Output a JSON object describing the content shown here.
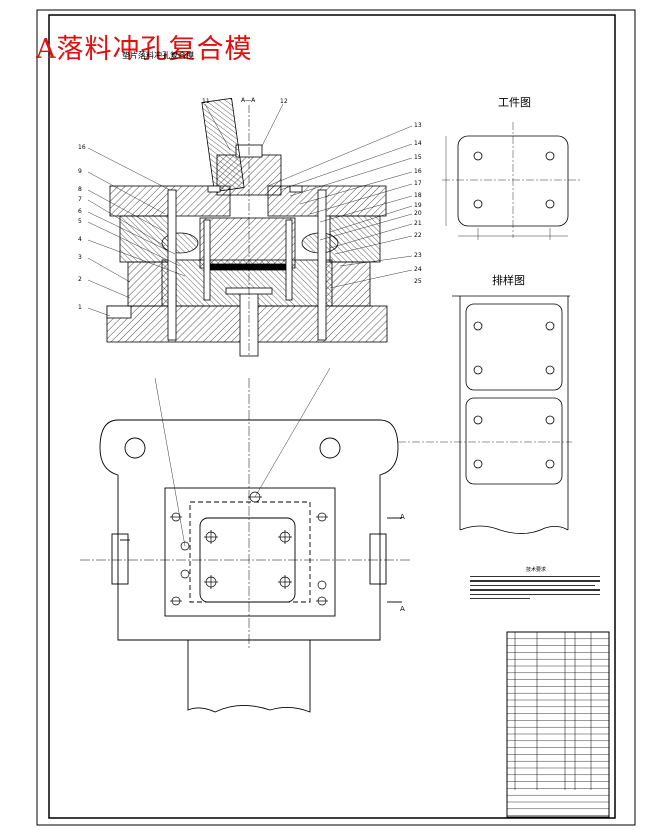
{
  "overlay_title": "A落料冲孔复合模",
  "drawing_title": "垫片落料冲孔复合模",
  "section_label": "A—A",
  "views": {
    "workpiece": "工件图",
    "strip_layout": "排样图"
  },
  "part_numbers_left": [
    "16",
    "9",
    "8",
    "7",
    "6",
    "5",
    "4",
    "3",
    "2",
    "1"
  ],
  "part_numbers_right": [
    "13",
    "14",
    "15",
    "16",
    "17",
    "18",
    "19",
    "20",
    "21",
    "22",
    "23",
    "24",
    "25"
  ],
  "part_numbers_top": [
    "11",
    "12"
  ],
  "section_marks": [
    "A",
    "A"
  ],
  "notes_heading": "技术要求",
  "colors": {
    "overlay": "#e01010",
    "line": "#000000",
    "hatch": "#000000"
  }
}
